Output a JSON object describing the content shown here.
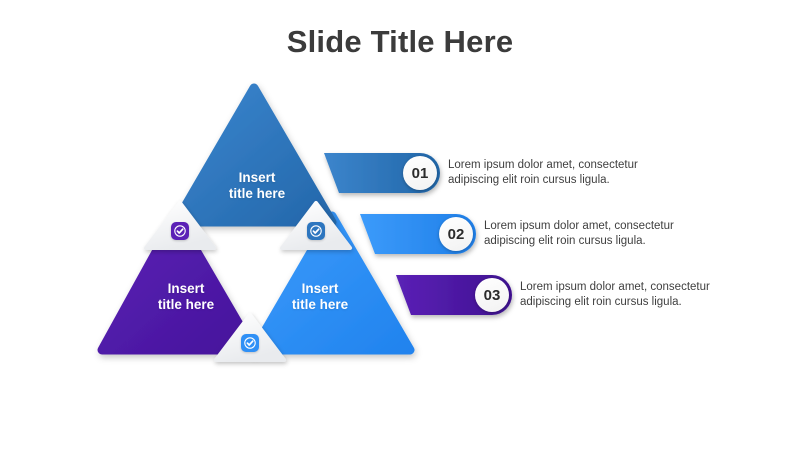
{
  "slide": {
    "title": "Slide Title Here"
  },
  "triangles": [
    {
      "id": "top",
      "label_line1": "Insert",
      "label_line2": "title here",
      "color": "#2d76bf"
    },
    {
      "id": "bottom-left",
      "label_line1": "Insert",
      "label_line2": "title here",
      "color": "#5b21b6"
    },
    {
      "id": "bottom-right",
      "label_line1": "Insert",
      "label_line2": "title here",
      "color": "#2f90f6"
    }
  ],
  "check_badges": [
    {
      "id": "badge-1",
      "icon": "check-circle-icon",
      "color": "#5b21b6"
    },
    {
      "id": "badge-2",
      "icon": "check-circle-icon",
      "color": "#2d76bf"
    },
    {
      "id": "badge-3",
      "icon": "check-circle-icon",
      "color": "#2f90f6"
    }
  ],
  "banners": [
    {
      "number": "01",
      "color": "#2d76bf",
      "text_line1": "Lorem ipsum dolor amet, consectetur",
      "text_line2": "adipiscing elit roin cursus ligula."
    },
    {
      "number": "02",
      "color": "#2f90f6",
      "text_line1": "Lorem ipsum dolor amet, consectetur",
      "text_line2": "adipiscing elit roin cursus ligula."
    },
    {
      "number": "03",
      "color": "#4c1d95",
      "text_line1": "Lorem ipsum dolor amet, consectetur",
      "text_line2": "adipiscing elit roin cursus ligula."
    }
  ],
  "colors": {
    "title": "#3b3b3b",
    "body_text": "#3f3f3f",
    "background": "#ffffff"
  }
}
